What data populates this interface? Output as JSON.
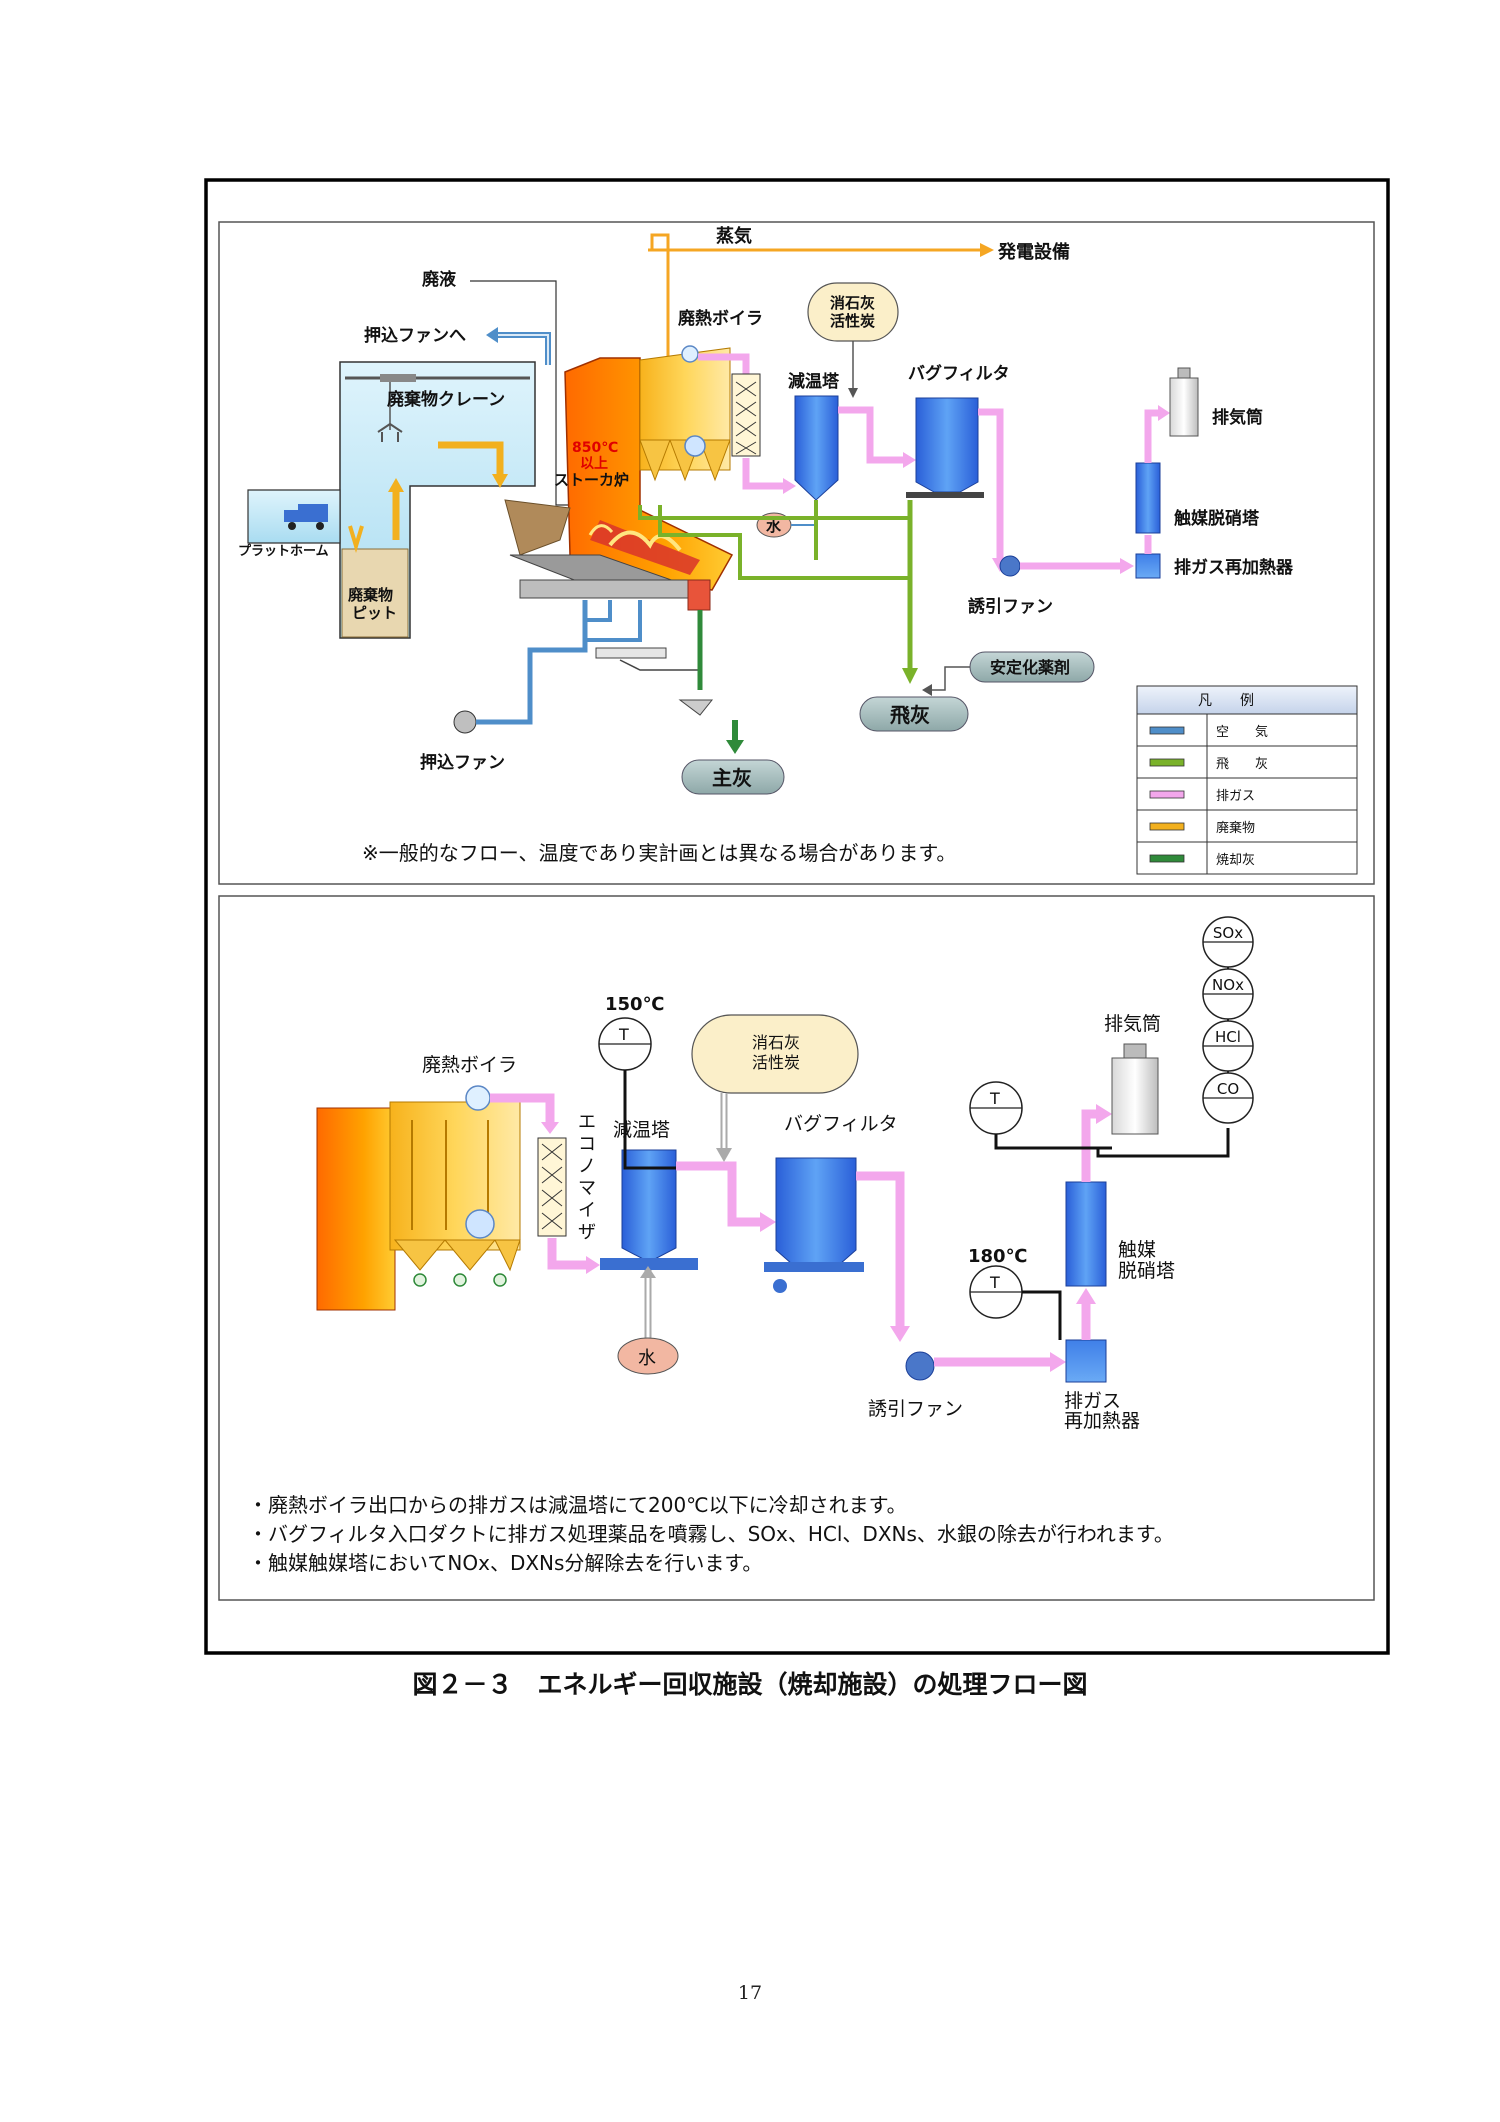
{
  "top_diagram": {
    "steam": "蒸気",
    "power": "発電設備",
    "waste_liquid": "廃液",
    "to_push_fan": "押込ファンへ",
    "boiler": "廃熱ボイラ",
    "lime_line1": "消石灰",
    "lime_line2": "活性炭",
    "cooling_tower": "減温塔",
    "bag_filter": "バグフィルタ",
    "crane": "廃棄物クレーン",
    "temp_line1": "850℃",
    "temp_line2": "以上",
    "stoker": "ストーカ炉",
    "platform": "プラットホーム",
    "pit_line1": "廃棄物",
    "pit_line2": "ピット",
    "water": "水",
    "stack": "排気筒",
    "denox": "触媒脱硝塔",
    "reheater": "排ガス再加熱器",
    "induced_fan": "誘引ファン",
    "stabilizer": "安定化薬剤",
    "fly_ash": "飛灰",
    "push_fan": "押込ファン",
    "main_ash": "主灰",
    "note": "※一般的なフロー、温度であり実計画とは異なる場合があります。"
  },
  "legend": {
    "title": "凡　　例",
    "items": [
      {
        "label": "空　　気",
        "color": "#4f8ec9"
      },
      {
        "label": "飛　　灰",
        "color": "#7ab22a"
      },
      {
        "label": "排ガス",
        "color": "#f3a7ec"
      },
      {
        "label": "廃棄物",
        "color": "#f2b01e"
      },
      {
        "label": "焼却灰",
        "color": "#2f8a3a"
      }
    ]
  },
  "bottom_diagram": {
    "temp_150": "150℃",
    "temp_180": "180℃",
    "t": "T",
    "lime_line1": "消石灰",
    "lime_line2": "活性炭",
    "boiler": "廃熱ボイラ",
    "economizer": [
      "エ",
      "コ",
      "ノ",
      "マ",
      "イ",
      "ザ"
    ],
    "cooling_tower": "減温塔",
    "bag_filter": "バグフィルタ",
    "stack": "排気筒",
    "denox_line1": "触媒",
    "denox_line2": "脱硝塔",
    "water": "水",
    "induced_fan": "誘引ファン",
    "reheater_line1": "排ガス",
    "reheater_line2": "再加熱器",
    "sensors": [
      "SOx",
      "NOx",
      "HCl",
      "CO"
    ],
    "notes": [
      "・廃熱ボイラ出口からの排ガスは減温塔にて200℃以下に冷却されます。",
      "・バグフィルタ入口ダクトに排ガス処理薬品を噴霧し、SOx、HCl、DXNs、水銀の除去が行われます。",
      "・触媒触媒塔においてNOx、DXNs分解除去を行います。"
    ]
  },
  "caption": "図２－３　エネルギー回収施設（焼却施設）の処理フロー図",
  "page_number": "17",
  "colors": {
    "air": "#4f8ec9",
    "fly_ash": "#7ab22a",
    "exhaust": "#f3a7ec",
    "waste": "#f2b01e",
    "bottom_ash": "#2f8a3a",
    "steam": "#f5a623"
  }
}
